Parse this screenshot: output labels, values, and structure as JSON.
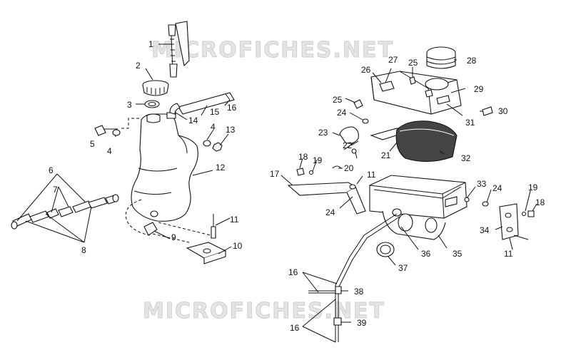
{
  "watermark": "MICROFICHES.NET",
  "callouts": [
    "1",
    "2",
    "3",
    "4",
    "4",
    "5",
    "6",
    "7",
    "8",
    "9",
    "10",
    "11",
    "11",
    "11",
    "12",
    "13",
    "14",
    "15",
    "16",
    "16",
    "16",
    "17",
    "18",
    "18",
    "19",
    "19",
    "20",
    "21",
    "22",
    "23",
    "24",
    "24",
    "24",
    "25",
    "25",
    "26",
    "27",
    "28",
    "29",
    "30",
    "31",
    "32",
    "33",
    "34",
    "35",
    "36",
    "37",
    "38",
    "39"
  ]
}
